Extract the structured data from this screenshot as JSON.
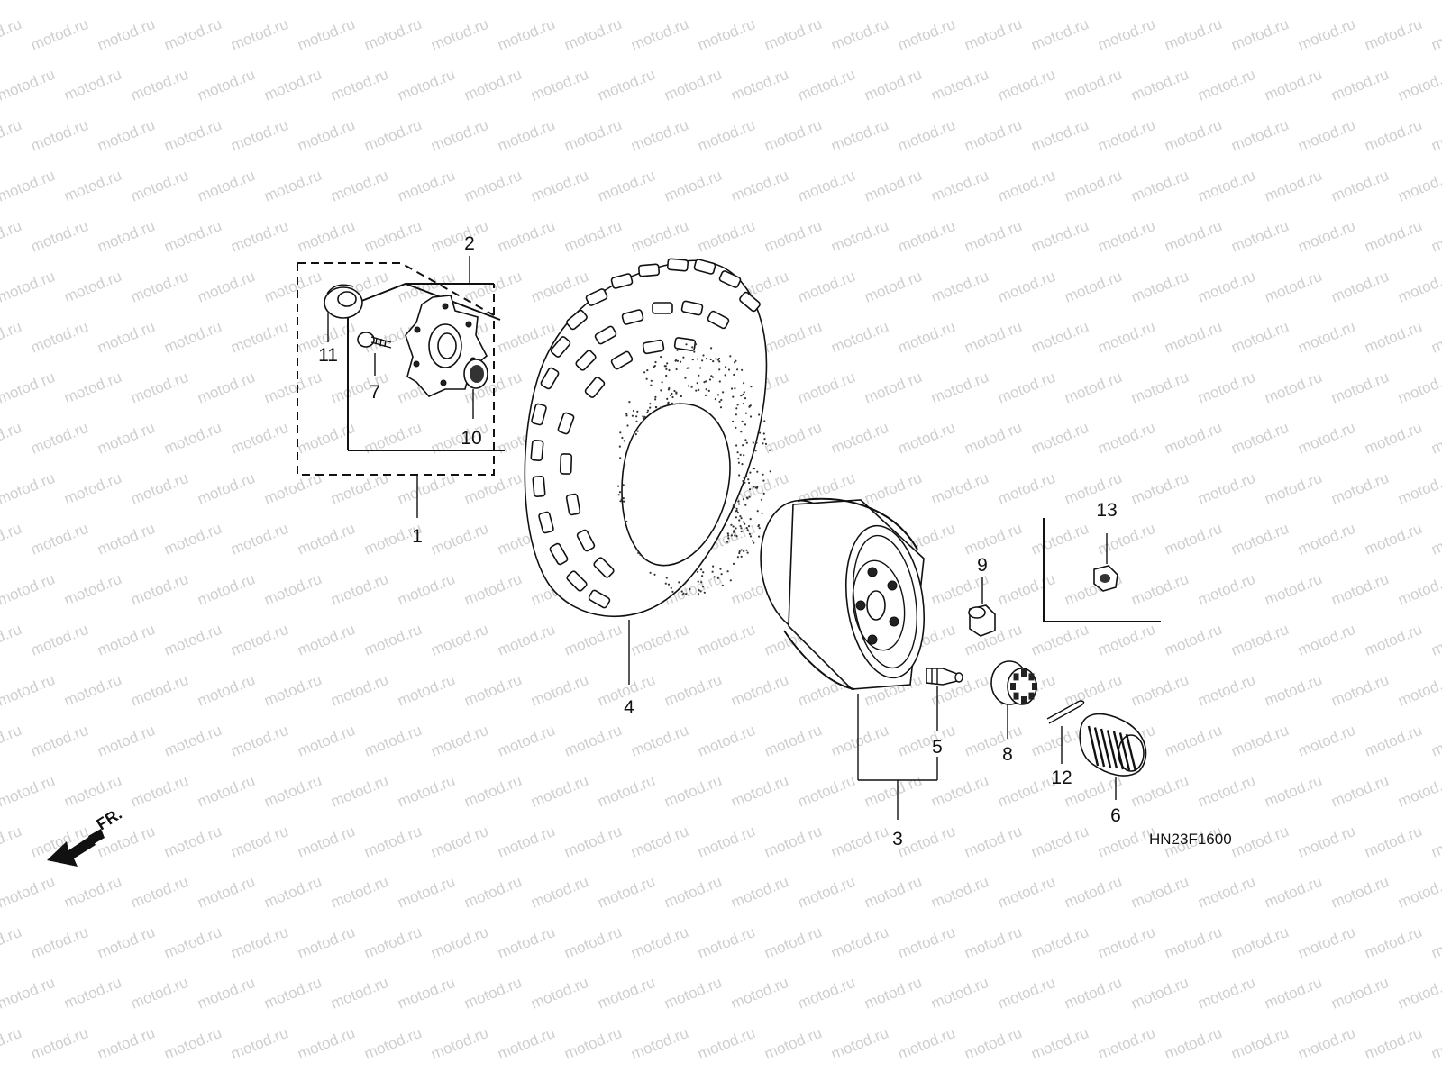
{
  "diagram": {
    "watermark": "motod.ru",
    "code": "HN23F1600",
    "direction_label": "FR.",
    "callouts": {
      "c1": "1",
      "c2": "2",
      "c3": "3",
      "c4": "4",
      "c5": "5",
      "c6": "6",
      "c7": "7",
      "c8": "8",
      "c9": "9",
      "c10": "10",
      "c11": "11",
      "c12": "12",
      "c13": "13"
    }
  }
}
